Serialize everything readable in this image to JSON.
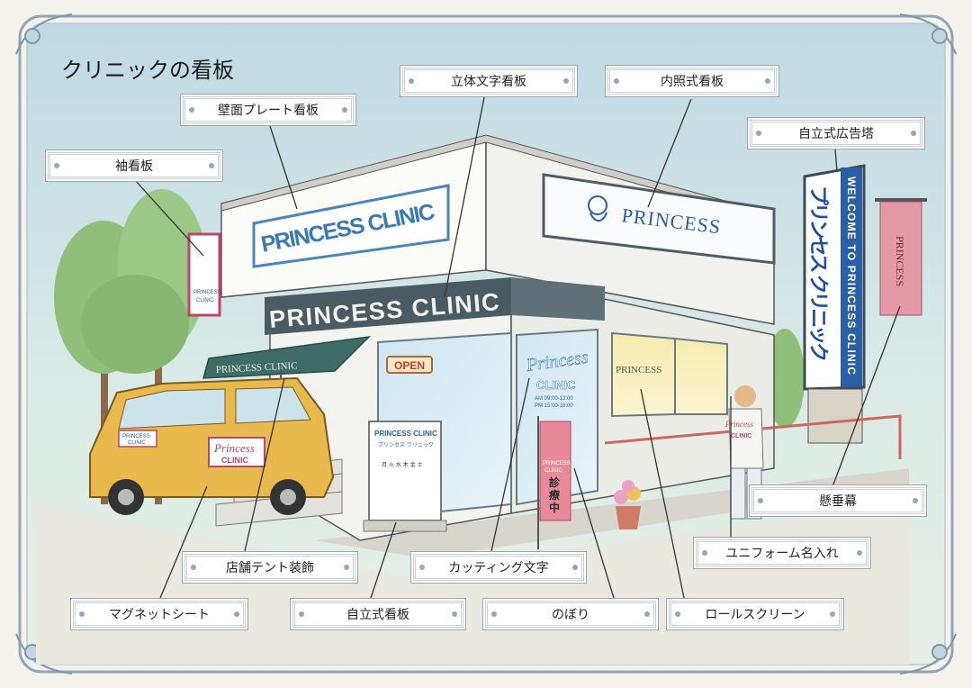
{
  "title": "クリニックの看板",
  "labels": {
    "rittai": "立体文字看板",
    "naisho": "内照式看板",
    "hekimen": "壁面プレート看板",
    "jiritsu_tower": "自立式広告塔",
    "sode": "袖看板",
    "kensui": "懸垂幕",
    "uniform": "ユニフォーム名入れ",
    "tent": "店舗テント装飾",
    "cutting": "カッティング文字",
    "magnet": "マグネットシート",
    "jiritsu": "自立式看板",
    "nobori": "のぼり",
    "roll": "ロールスクリーン"
  },
  "signs": {
    "wall_plate": "PRINCESS CLINIC",
    "fascia": "PRINCESS CLINIC",
    "lightbox": "PRINCESS",
    "tent": "PRINCESS CLINIC",
    "open": "OPEN",
    "window_script": "Princess",
    "window_clinic": "CLINIC",
    "window_hours_am": "AM 09:00-13:00",
    "window_hours_pm": "PM 15:00-18:00",
    "roll_screen": "PRINCESS",
    "tower_main": "プリンセス クリニック",
    "tower_side": "WELCOME TO PRINCESS CLINIC",
    "banner": "PRINCESS",
    "projecting_1": "PRINCESS",
    "projecting_2": "CLINIC",
    "stand_title": "PRINCESS CLINIC",
    "stand_sub": "プリンセス クリニック",
    "stand_days": "月 火 水 木 金 土",
    "nobori_1": "PRINCESS",
    "nobori_2": "CLINIC",
    "nobori_3": "診",
    "nobori_4": "療",
    "nobori_5": "中",
    "car_1": "PRINCESS",
    "car_2": "CLINIC",
    "car_door_1": "Princess",
    "car_door_2": "CLINIC",
    "uniform_1": "Princess",
    "uniform_2": "CLINIC"
  },
  "colors": {
    "background": "#dcebe6",
    "sky_top": "#bfd9e4",
    "frame": "#8fa6b8",
    "label_border": "#9aa6b4",
    "leader_line": "#333333",
    "brand_blue": "#2b5fa5",
    "tent_green": "#3e6c67",
    "fascia": "#4a5b63",
    "banner_pink": "#e49aa6",
    "car_yellow": "#e8b94c"
  }
}
